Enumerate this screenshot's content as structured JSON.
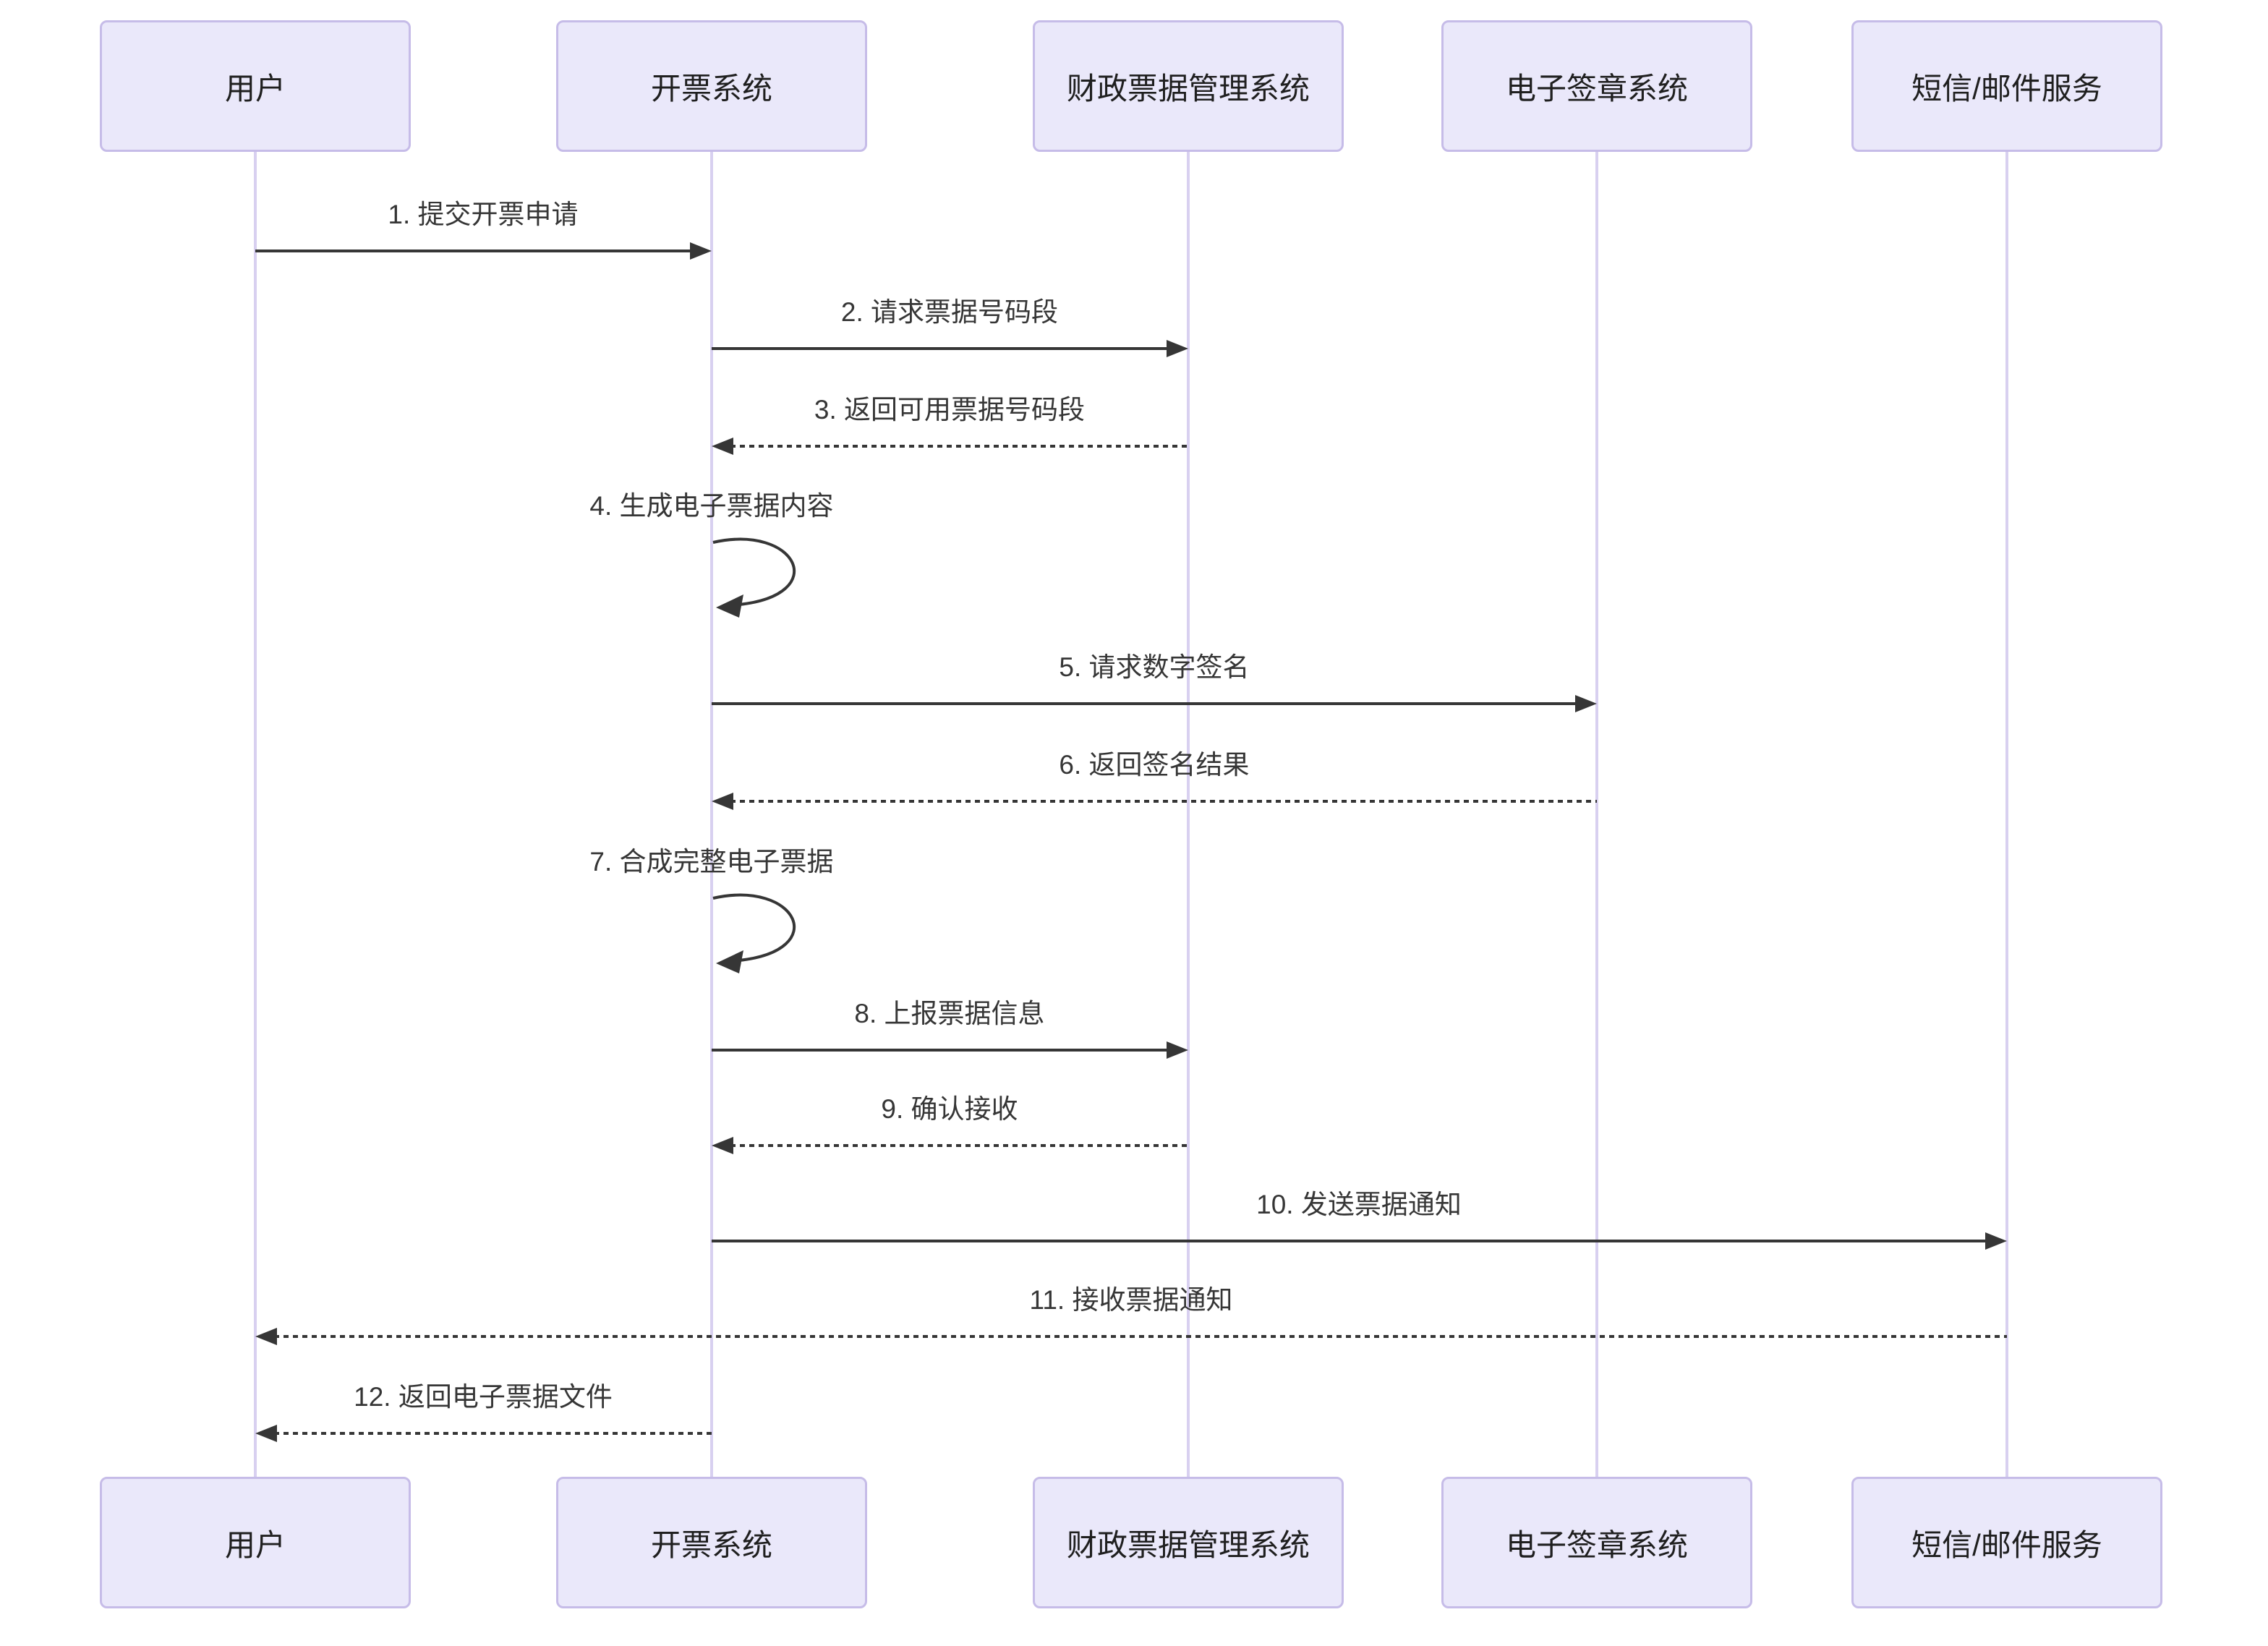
{
  "diagram": {
    "type": "sequence-diagram",
    "actors": [
      {
        "name": "用户"
      },
      {
        "name": "开票系统"
      },
      {
        "name": "财政票据管理系统"
      },
      {
        "name": "电子签章系统"
      },
      {
        "name": "短信/邮件服务"
      }
    ],
    "messages": [
      {
        "seq": 1,
        "label": "1. 提交开票申请",
        "from": "用户",
        "to": "开票系统",
        "line": "solid"
      },
      {
        "seq": 2,
        "label": "2. 请求票据号码段",
        "from": "开票系统",
        "to": "财政票据管理系统",
        "line": "solid"
      },
      {
        "seq": 3,
        "label": "3. 返回可用票据号码段",
        "from": "财政票据管理系统",
        "to": "开票系统",
        "line": "dashed"
      },
      {
        "seq": 4,
        "label": "4. 生成电子票据内容",
        "from": "开票系统",
        "to": "开票系统",
        "line": "self"
      },
      {
        "seq": 5,
        "label": "5. 请求数字签名",
        "from": "开票系统",
        "to": "电子签章系统",
        "line": "solid"
      },
      {
        "seq": 6,
        "label": "6. 返回签名结果",
        "from": "电子签章系统",
        "to": "开票系统",
        "line": "dashed"
      },
      {
        "seq": 7,
        "label": "7. 合成完整电子票据",
        "from": "开票系统",
        "to": "开票系统",
        "line": "self"
      },
      {
        "seq": 8,
        "label": "8. 上报票据信息",
        "from": "开票系统",
        "to": "财政票据管理系统",
        "line": "solid"
      },
      {
        "seq": 9,
        "label": "9. 确认接收",
        "from": "财政票据管理系统",
        "to": "开票系统",
        "line": "dashed"
      },
      {
        "seq": 10,
        "label": "10. 发送票据通知",
        "from": "开票系统",
        "to": "短信/邮件服务",
        "line": "solid"
      },
      {
        "seq": 11,
        "label": "11. 接收票据通知",
        "from": "短信/邮件服务",
        "to": "用户",
        "line": "dashed"
      },
      {
        "seq": 12,
        "label": "12. 返回电子票据文件",
        "from": "开票系统",
        "to": "用户",
        "line": "dashed"
      }
    ],
    "colors": {
      "background": "#FFFFFF",
      "actor_fill": "#EAE8FA",
      "actor_border": "#C6BCE8",
      "lifeline": "#D8D0F0",
      "arrow": "#363636",
      "message_text": "#363636",
      "actor_text": "#1F1F1F"
    }
  }
}
